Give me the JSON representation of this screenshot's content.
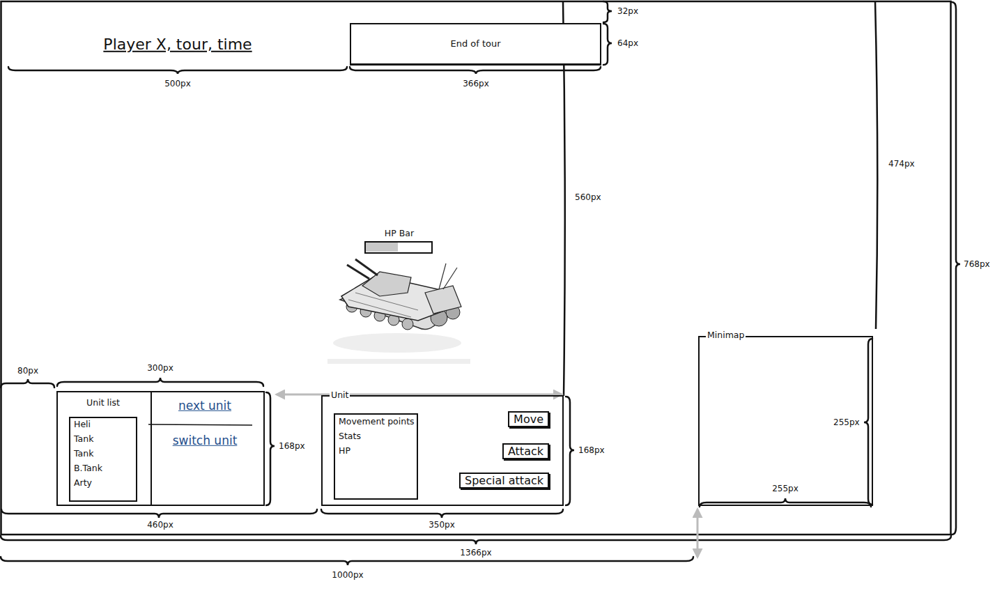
{
  "diagram": {
    "nodes": [
      {
        "text": [
          "End of tour"
        ]
      },
      {
        "text": [
          "HP Bar"
        ]
      },
      {
        "text": [
          "Unit list",
          "next unit",
          "switch unit"
        ]
      },
      {
        "text": [
          "Heli",
          "Tank",
          "Tank",
          "B.Tank",
          "Arty"
        ],
        "in": 2
      },
      {
        "text": [
          "Unit"
        ]
      },
      {
        "text": [
          "Movement points",
          "Stats",
          "HP"
        ],
        "in": 4
      },
      {
        "text": [
          "Move"
        ],
        "in": 4
      },
      {
        "text": [
          "Attack"
        ],
        "in": 4
      },
      {
        "text": [
          "Special attack"
        ],
        "in": 4
      },
      {
        "text": [
          "Minimap"
        ]
      }
    ],
    "labels": [
      "Player X, tour, time",
      "32px",
      "64px",
      "500px",
      "366px",
      "560px",
      "474px",
      "768px",
      "80px",
      "300px",
      "168px",
      "460px",
      "350px",
      "168px",
      "255px",
      "255px",
      "1366px",
      "1000px"
    ]
  }
}
